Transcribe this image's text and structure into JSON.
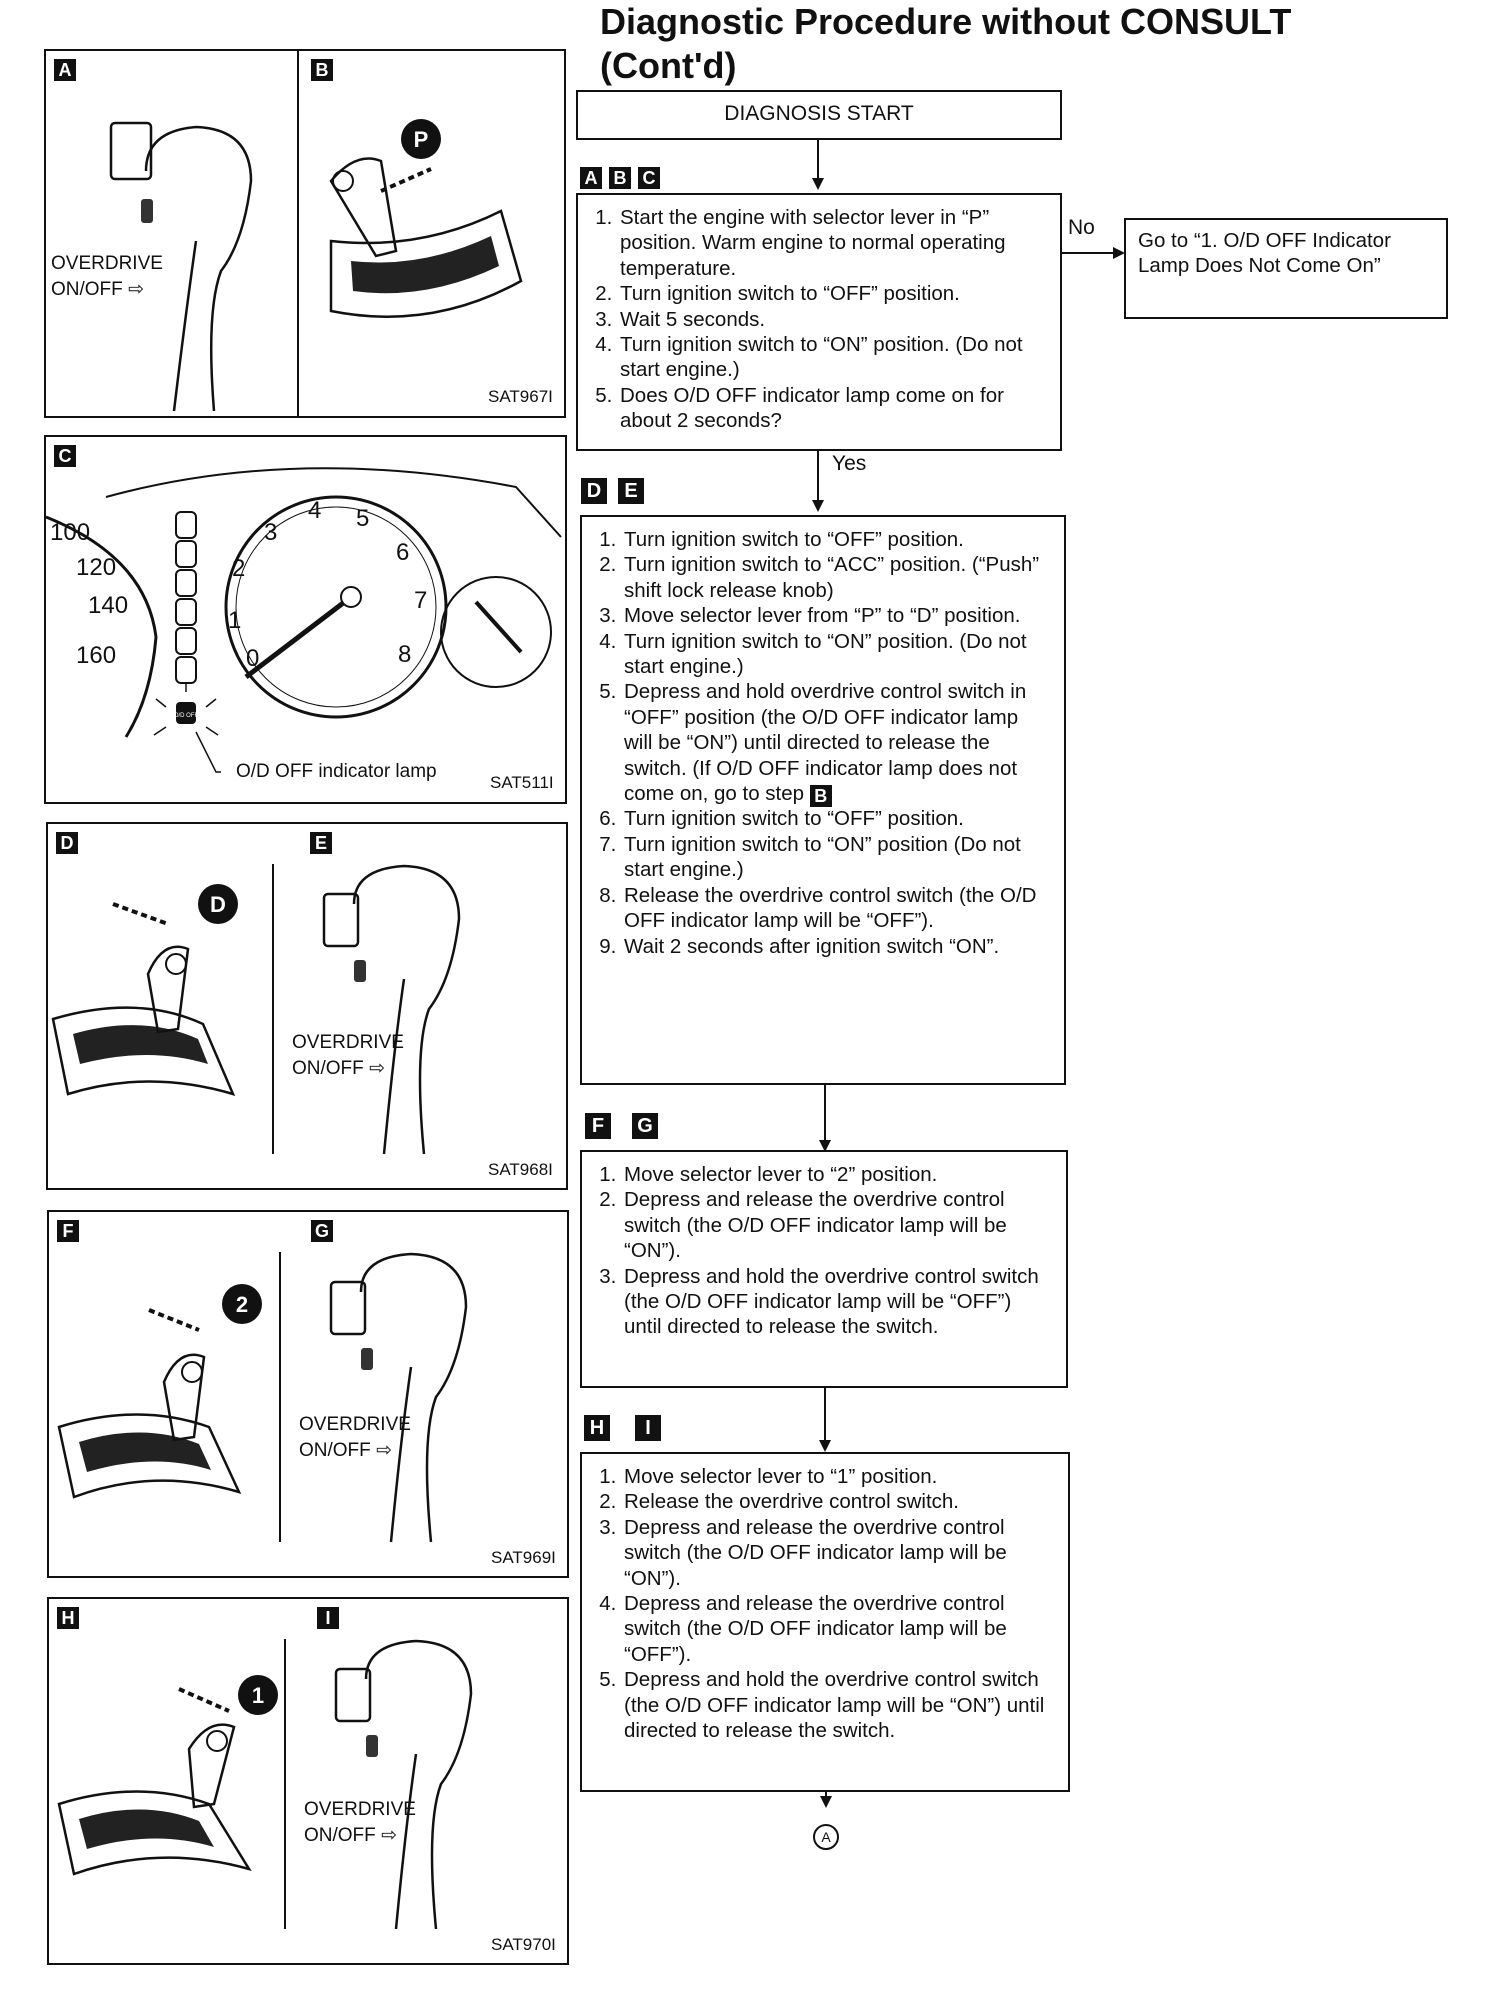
{
  "header": {
    "title_line1": "Diagnostic Procedure without CONSULT",
    "title_line2": "(Cont'd)"
  },
  "figures": {
    "ab": {
      "badges": [
        "A",
        "B"
      ],
      "overdrive_line1": "OVERDRIVE",
      "overdrive_line2": "ON/OFF",
      "position_glyph": "P",
      "code": "SAT967I"
    },
    "c": {
      "badge": "C",
      "speed_labels": [
        "100",
        "120",
        "140",
        "160"
      ],
      "tach_labels": [
        "1",
        "2",
        "3",
        "4",
        "5",
        "6",
        "7",
        "8"
      ],
      "tach_zero": "0",
      "callout": "O/D OFF indicator lamp",
      "lamp_text": "O/D OFF",
      "code": "SAT511I"
    },
    "de": {
      "badges": [
        "D",
        "E"
      ],
      "overdrive_line1": "OVERDRIVE",
      "overdrive_line2": "ON/OFF",
      "position_glyph": "D",
      "code": "SAT968I"
    },
    "fg": {
      "badges": [
        "F",
        "G"
      ],
      "overdrive_line1": "OVERDRIVE",
      "overdrive_line2": "ON/OFF",
      "position_glyph": "2",
      "code": "SAT969I"
    },
    "hi": {
      "badges": [
        "H",
        "I"
      ],
      "overdrive_line1": "OVERDRIVE",
      "overdrive_line2": "ON/OFF",
      "position_glyph": "1",
      "code": "SAT970I"
    }
  },
  "flow": {
    "start": "DIAGNOSIS START",
    "step1": {
      "badges": [
        "A",
        "B",
        "C"
      ],
      "items": [
        "Start the engine with selector lever in “P” position. Warm engine to normal operating temperature.",
        "Turn ignition switch to “OFF” position.",
        "Wait 5 seconds.",
        "Turn ignition switch to “ON” position. (Do not start engine.)",
        "Does O/D OFF indicator lamp come on for about 2 seconds?"
      ]
    },
    "no_label": "No",
    "no_box": "Go to “1. O/D OFF Indicator Lamp Does Not Come On”",
    "yes_label": "Yes",
    "step2": {
      "badges": [
        "D",
        "E"
      ],
      "items": [
        "Turn ignition switch to “OFF” position.",
        "Turn ignition switch to “ACC” position. (“Push” shift lock release knob)",
        "Move selector lever from “P” to “D” position.",
        "Turn ignition switch to “ON” position. (Do not start engine.)",
        "Depress and hold overdrive control switch in “OFF” position (the O/D OFF indicator lamp will be “ON”) until directed to release the switch. (If O/D OFF indicator lamp does not come on, go to step",
        "Turn ignition switch to “OFF” position.",
        "Turn ignition switch to “ON” position (Do not start engine.)",
        "Release the overdrive control switch (the O/D OFF indicator lamp will be “OFF”).",
        "Wait 2 seconds after ignition switch “ON”."
      ],
      "inline_badge": "B"
    },
    "step3": {
      "badges": [
        "F",
        "G"
      ],
      "items": [
        "Move selector lever to “2” position.",
        "Depress and release the overdrive control switch (the O/D OFF indicator lamp will be “ON”).",
        "Depress and hold the overdrive control switch (the O/D OFF indicator lamp will be “OFF”) until directed to release the switch."
      ]
    },
    "step4": {
      "badges": [
        "H",
        "I"
      ],
      "items": [
        "Move selector lever to “1” position.",
        "Release the overdrive control switch.",
        "Depress and release the overdrive control switch (the O/D OFF indicator lamp will be “ON”).",
        "Depress and release the overdrive control switch (the O/D OFF indicator lamp will be “OFF”).",
        "Depress and hold the overdrive control switch (the O/D OFF indicator lamp will be “ON”) until directed to release the switch."
      ]
    },
    "end_connector": "A"
  }
}
